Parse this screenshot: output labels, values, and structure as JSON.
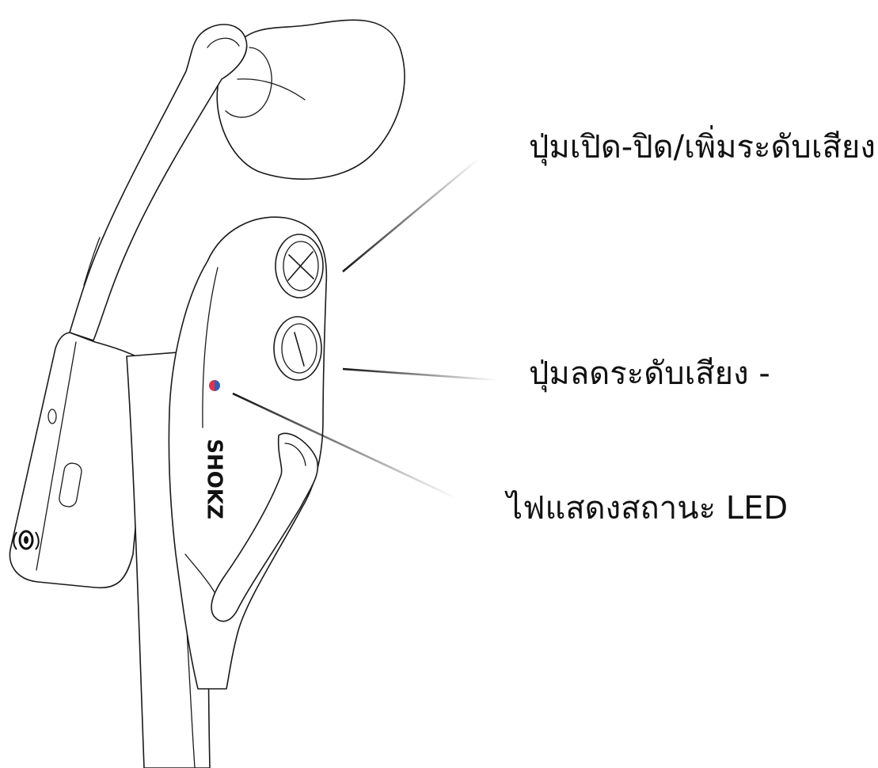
{
  "callouts": {
    "power_volume_up": "ปุ่มเปิด-ปิด/เพิ่มระดับเสียง",
    "volume_down": "ปุ่มลดระดับเสียง -",
    "led": "ไฟแสดงสถานะ LED"
  },
  "brand": {
    "logo_text": "SHOKZ"
  },
  "colors": {
    "line": "#1a1a1a",
    "led_red": "#e0334a",
    "led_blue": "#2f5fb8",
    "text": "#111111"
  }
}
